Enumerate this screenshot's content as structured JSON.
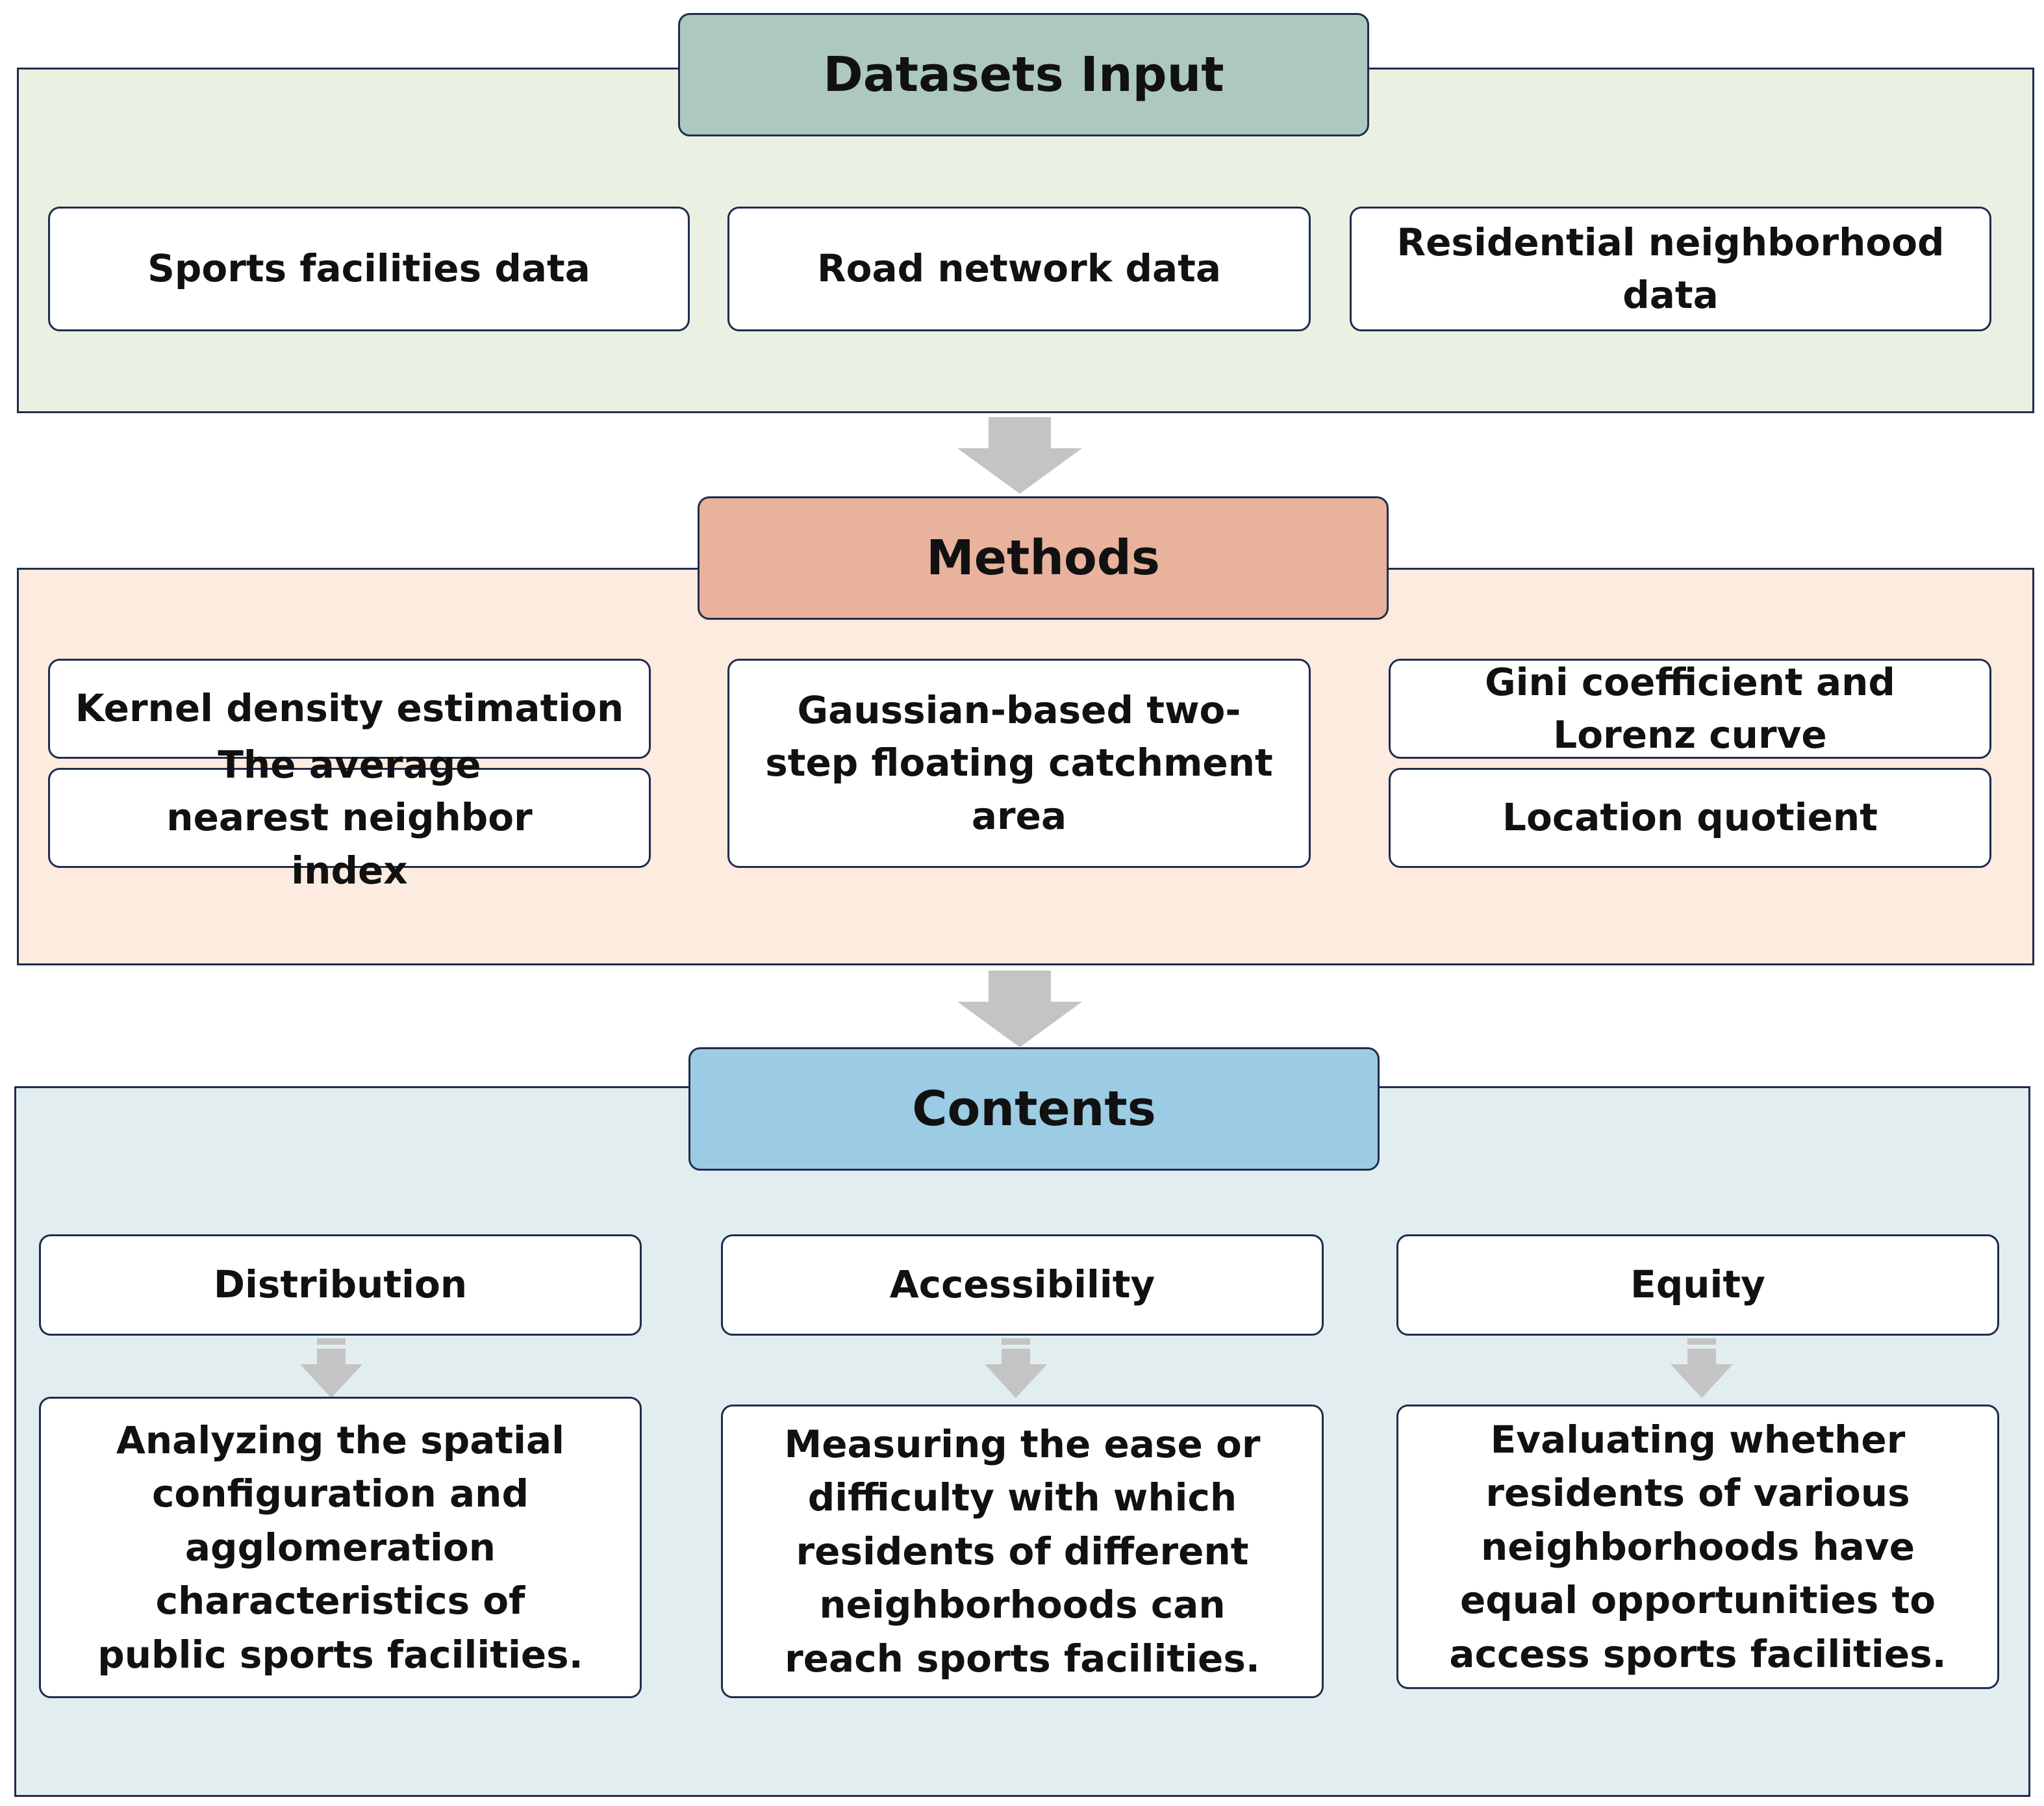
{
  "colors": {
    "datasets_panel": "#eaf1e2",
    "datasets_header": "#adc8bf",
    "methods_panel": "#fcebde",
    "methods_header": "#e9b29c",
    "contents_panel": "#e2edf0",
    "contents_header": "#9ccce4",
    "arrow": "#c4c4c4",
    "border": "#1f2d4d"
  },
  "datasets": {
    "title": "Datasets Input",
    "items": [
      "Sports facilities data",
      "Road network data",
      "Residential neighborhood data"
    ]
  },
  "methods": {
    "title": "Methods",
    "items": [
      "Kernel density estimation",
      "The average nearest neighbor index",
      "Gaussian-based two-step floating catchment area",
      "Gini coefficient and Lorenz curve",
      "Location quotient"
    ]
  },
  "contents": {
    "title": "Contents",
    "categories": [
      "Distribution",
      "Accessibility",
      "Equity"
    ],
    "descriptions": [
      "Analyzing the spatial configuration and agglomeration characteristics of public sports facilities.",
      "Measuring the ease or difficulty with which residents of different neighborhoods can reach sports facilities.",
      "Evaluating whether residents of various neighborhoods have equal opportunities to access sports facilities."
    ]
  }
}
